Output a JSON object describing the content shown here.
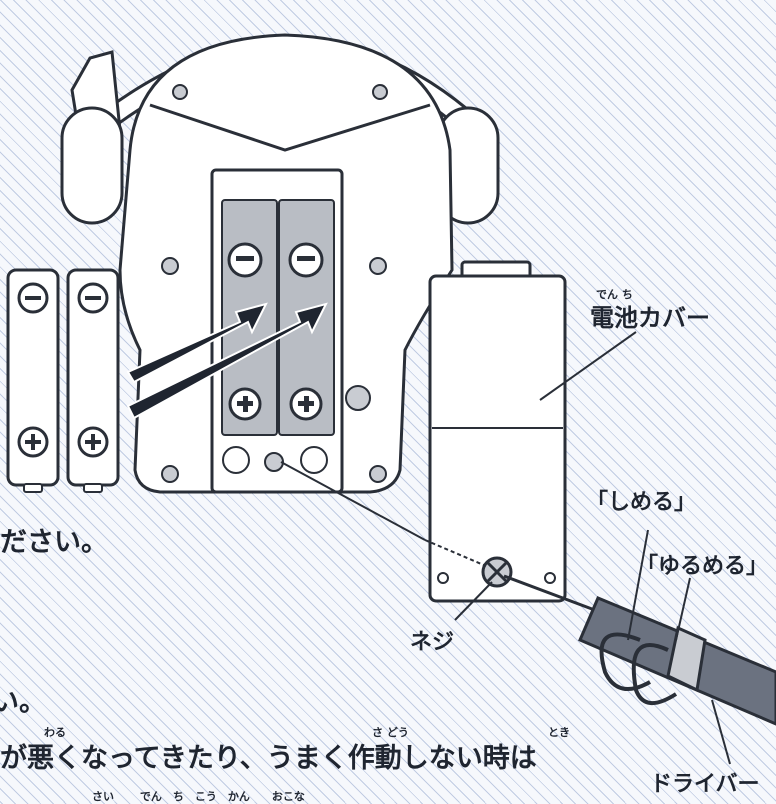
{
  "labels": {
    "battery_cover": "電池カバー",
    "battery_cover_ruby": "でん ち",
    "tighten": "「しめる」",
    "loosen": "「ゆるめる」",
    "screw": "ネジ",
    "screwdriver": "ドライバー"
  },
  "text": {
    "line1": "ださい。",
    "line2": "い。",
    "line3": "が悪くなってきたり、うまく作動しない時は",
    "line3_ruby": {
      "warui": "わる",
      "sadou": "さ どう",
      "toki": "とき"
    },
    "line4_ruby": "さい　　 でん　ち　こう　かん　　おこな"
  },
  "battery_symbols": {
    "minus": "−",
    "plus": "+"
  }
}
